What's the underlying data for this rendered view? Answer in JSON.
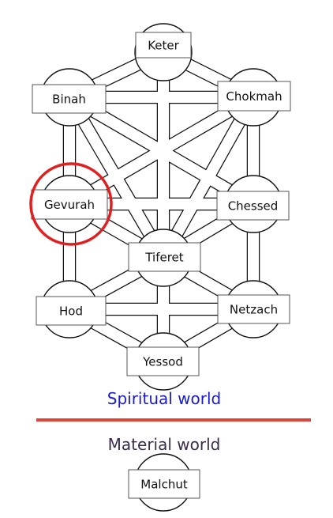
{
  "nodes": {
    "keter": "Keter",
    "binah": "Binah",
    "chokmah": "Chokmah",
    "gevurah": "Gevurah",
    "chessed": "Chessed",
    "tiferet": "Tiferet",
    "hod": "Hod",
    "netzach": "Netzach",
    "yessod": "Yessod",
    "malchut": "Malchut"
  },
  "labels": {
    "spiritual_world": "Spiritual world",
    "material_world": "Material world"
  },
  "highlighted_node": "Gevurah",
  "colors": {
    "highlight_ring": "#e02020",
    "divider": "#e0453a",
    "spiritual_text": "#1a1acc",
    "material_text": "#3a2d4a",
    "outline": "#111111"
  }
}
